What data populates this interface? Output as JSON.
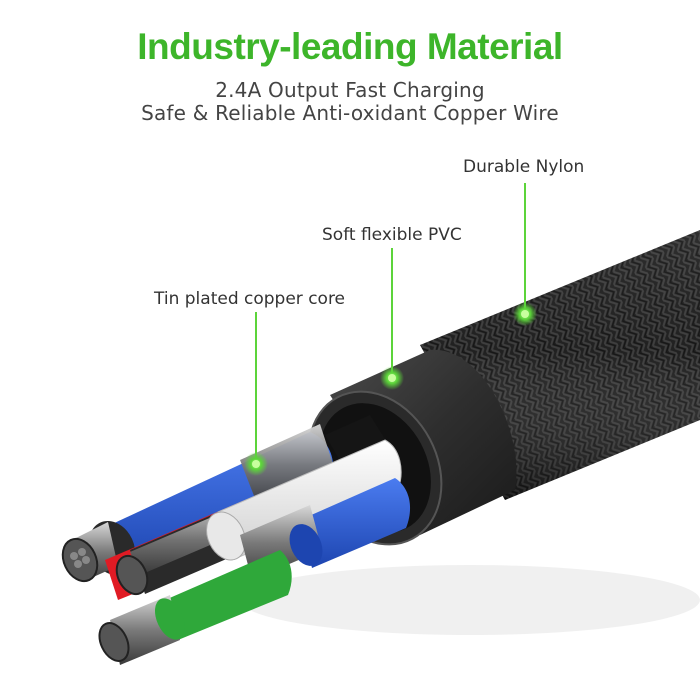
{
  "headline": {
    "text": "Industry-leading Material",
    "color": "#3db52a"
  },
  "subheadings": [
    "2.4A Output Fast Charging",
    "Safe & Reliable Anti-oxidant Copper Wire"
  ],
  "callouts": [
    {
      "label": "Durable Nylon"
    },
    {
      "label": "Soft flexible PVC"
    },
    {
      "label": "Tin plated copper core"
    }
  ],
  "colors": {
    "callout_green": "#5cd43a",
    "wire_blue": "#2d5fd3",
    "wire_red": "#e01b24",
    "wire_green": "#2fa83a",
    "wire_white": "#f2f2f2",
    "jacket": "#2b2b2b",
    "braid": "#1a1a1a"
  }
}
